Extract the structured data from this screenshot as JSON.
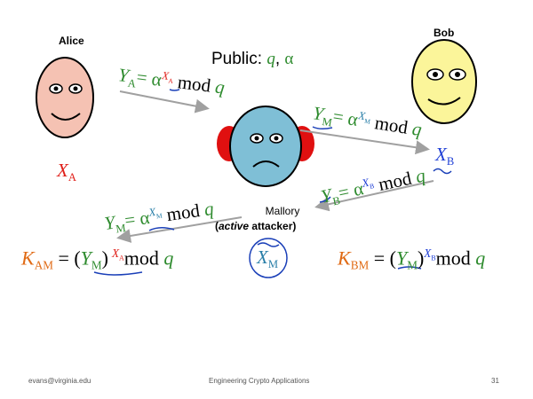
{
  "alice": {
    "name": "Alice",
    "secret_var": "X",
    "secret_sub": "A"
  },
  "bob": {
    "name": "Bob",
    "secret_var": "X",
    "secret_sub": "B"
  },
  "mallory": {
    "name": "Mallory",
    "role_open": "(",
    "role_active": "active",
    "role_rest": " attacker)",
    "secret_var": "X",
    "secret_sub": "M"
  },
  "public": {
    "label": "Public: ",
    "q": "q",
    "sep": ", ",
    "alpha": "α"
  },
  "messages": {
    "alice_send": {
      "Y": "Y",
      "sub": "A",
      "eq": "= α",
      "exp": "X",
      "exp_sub": "A",
      "mod": " mod ",
      "q": "q"
    },
    "mallory_to_bob": {
      "Y": "Y",
      "sub": "M",
      "eq": "= α",
      "exp": "X",
      "exp_sub": "M",
      "mod": " mod ",
      "q": "q"
    },
    "bob_send": {
      "Y": "Y",
      "sub": "B",
      "eq": "= α",
      "exp": "X",
      "exp_sub": "B",
      "mod": " mod ",
      "q": "q"
    },
    "mallory_to_alice": {
      "Y": "Y",
      "sub": "M",
      "eq": "= α",
      "exp": "X",
      "exp_sub": "M",
      "mod": " mod ",
      "q": "q"
    }
  },
  "keys": {
    "alice": {
      "K": "K",
      "sub": "AM",
      "eq": " = (",
      "Y": "Y",
      "ysub": "M",
      "close": ")",
      "exp": "X",
      "exp_sub": "A",
      "mod": "mod ",
      "q": "q"
    },
    "bob": {
      "K": "K",
      "sub": "BM",
      "eq": " = (",
      "Y": "Y",
      "ysub": "M",
      "close": ")",
      "exp": "X",
      "exp_sub": "B",
      "mod": "mod ",
      "q": "q"
    }
  },
  "footer": {
    "email": "evans@virginia.edu",
    "title": "Engineering Crypto Applications",
    "page": "31"
  },
  "colors": {
    "alice_face": "#f5c2b3",
    "bob_face": "#fbf59a",
    "mallory_face": "#7fbfd6",
    "mallory_ears": "#e01010",
    "arrow": "#a0a0a0"
  }
}
